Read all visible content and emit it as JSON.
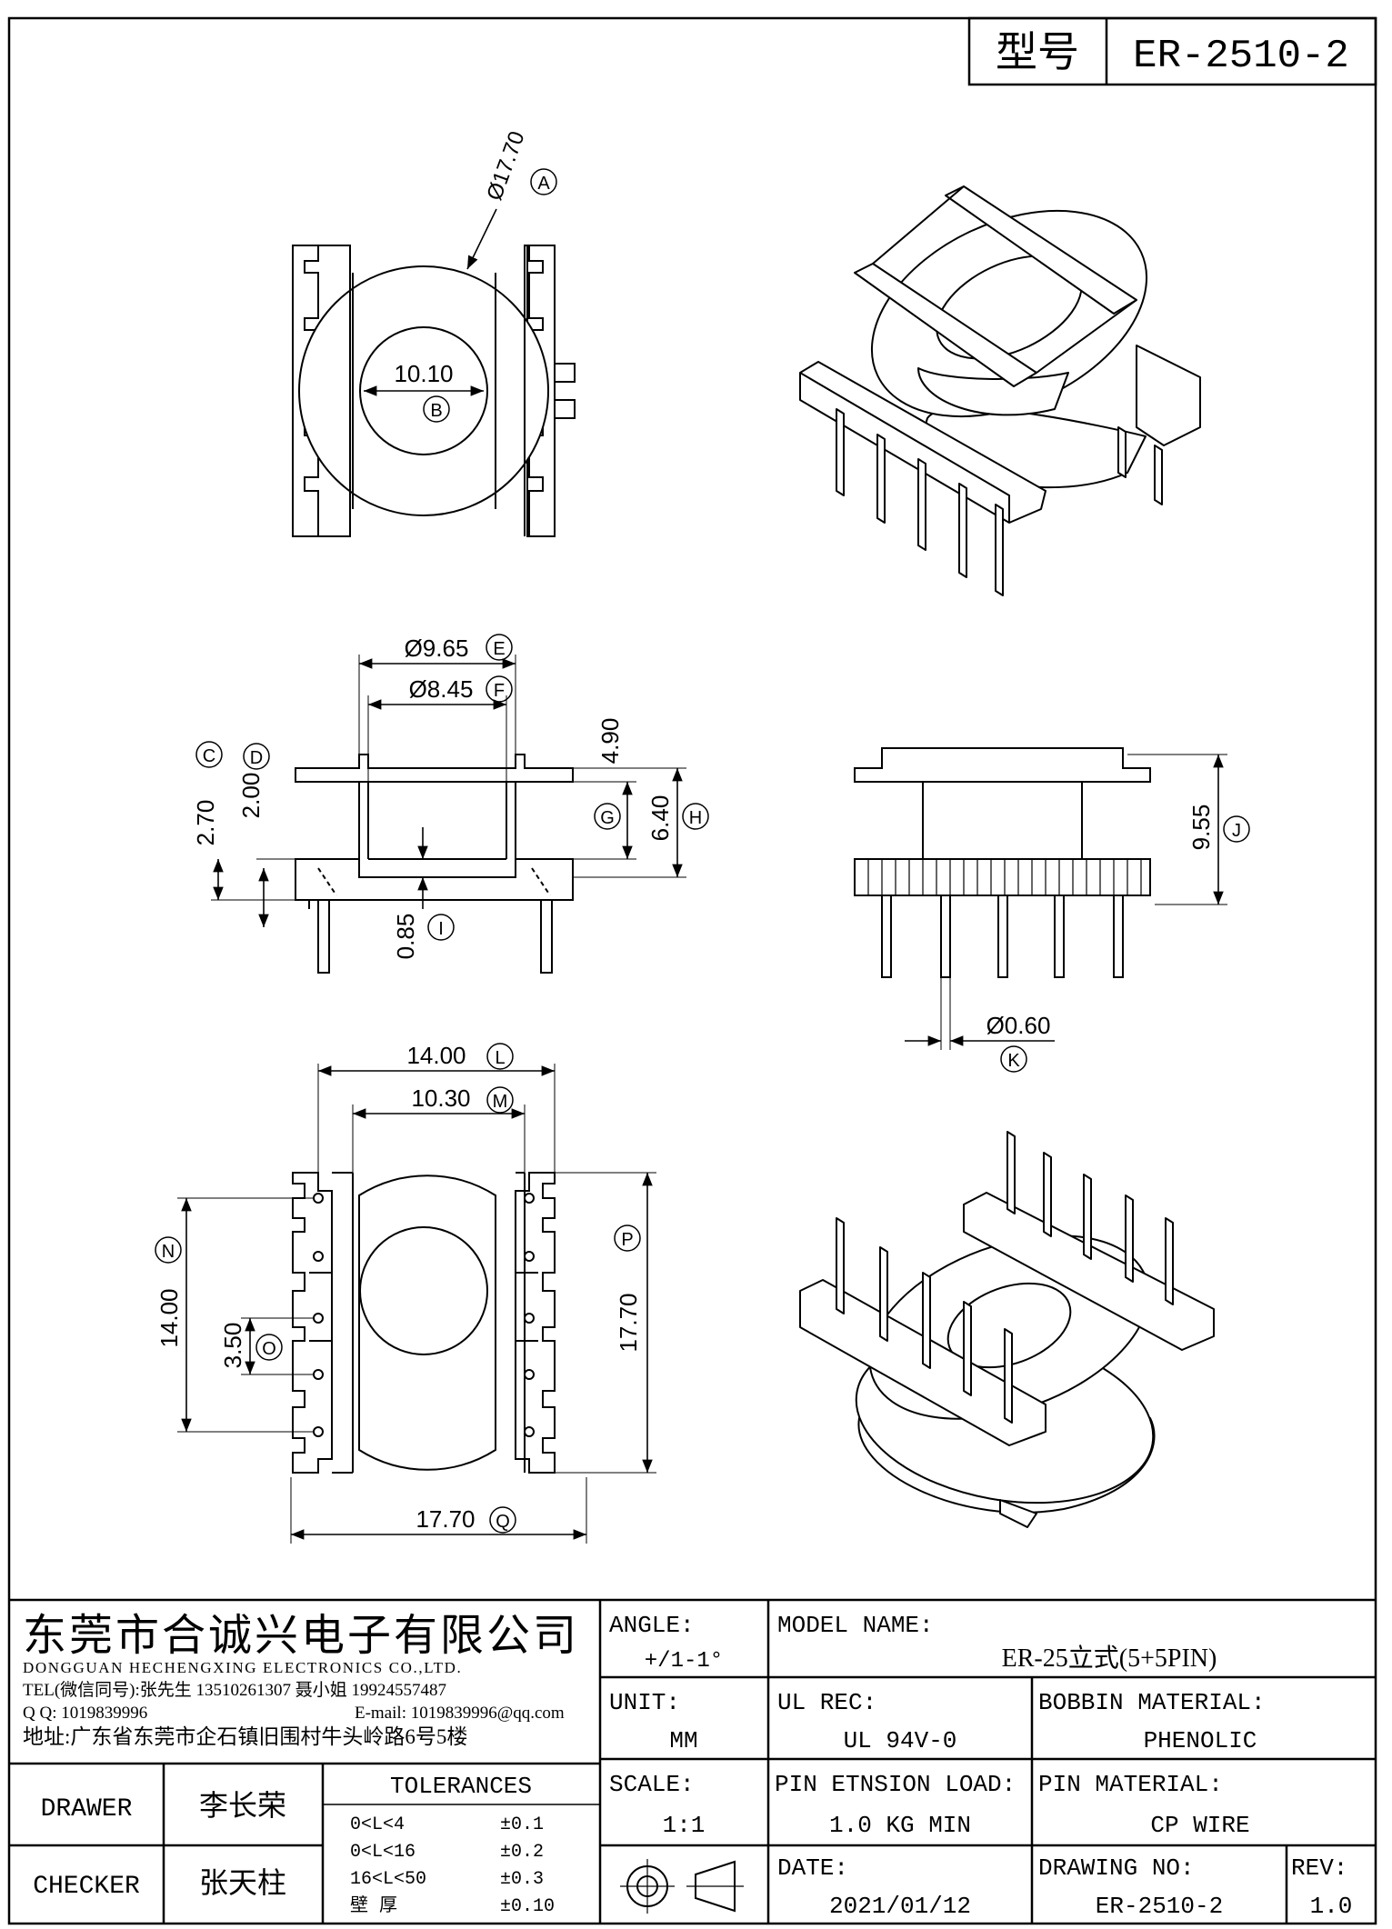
{
  "header": {
    "model_label": "型号",
    "model_value": "ER-2510-2"
  },
  "dimensions": {
    "A": {
      "letter": "A",
      "value": "Ø17.70"
    },
    "B": {
      "letter": "B",
      "value": "10.10"
    },
    "C": {
      "letter": "C",
      "value": "2.70"
    },
    "D": {
      "letter": "D",
      "value": "2.00"
    },
    "E": {
      "letter": "E",
      "value": "Ø9.65"
    },
    "F": {
      "letter": "F",
      "value": "Ø8.45"
    },
    "G": {
      "letter": "G",
      "value": "4.90"
    },
    "H": {
      "letter": "H",
      "value": "6.40"
    },
    "I": {
      "letter": "I",
      "value": "0.85"
    },
    "J": {
      "letter": "J",
      "value": "9.55"
    },
    "K": {
      "letter": "K",
      "value": "Ø0.60"
    },
    "L": {
      "letter": "L",
      "value": "14.00"
    },
    "M": {
      "letter": "M",
      "value": "10.30"
    },
    "N": {
      "letter": "N",
      "value": "14.00"
    },
    "O": {
      "letter": "O",
      "value": "3.50"
    },
    "P": {
      "letter": "P",
      "value": "17.70"
    },
    "Q": {
      "letter": "Q",
      "value": "17.70"
    }
  },
  "company": {
    "name_cn": "东莞市合诚兴电子有限公司",
    "name_en": "DONGGUAN HECHENGXING ELECTRONICS CO.,LTD.",
    "tel": "TEL(微信同号):张先生 13510261307 聂小姐 19924557487",
    "qq": "Q Q: 1019839996",
    "email": "E-mail: 1019839996@qq.com",
    "address": "地址:广东省东莞市企石镇旧围村牛头岭路6号5楼"
  },
  "title_block": {
    "angle_label": "ANGLE:",
    "angle_value": "+/1-1°",
    "unit_label": "UNIT:",
    "unit_value": "MM",
    "scale_label": "SCALE:",
    "scale_value": "1:1",
    "model_name_label": "MODEL NAME:",
    "model_name_value": "ER-25立式(5+5PIN)",
    "ul_label": "UL REC:",
    "ul_value": "UL 94V-0",
    "bobbin_label": "BOBBIN MATERIAL:",
    "bobbin_value": "PHENOLIC",
    "pin_load_label": "PIN ETNSION LOAD:",
    "pin_load_value": "1.0 KG MIN",
    "pin_material_label": "PIN MATERIAL:",
    "pin_material_value": "CP WIRE",
    "date_label": "DATE:",
    "date_value": "2021/01/12",
    "drawing_no_label": "DRAWING NO:",
    "drawing_no_value": "ER-2510-2",
    "rev_label": "REV:",
    "rev_value": "1.0",
    "drawer_label": "DRAWER",
    "drawer_value": "李长荣",
    "checker_label": "CHECKER",
    "checker_value": "张天柱",
    "tolerances_label": "TOLERANCES",
    "tolerances": [
      {
        "range": "0<L<4",
        "value": "±0.1"
      },
      {
        "range": "0<L<16",
        "value": "±0.2"
      },
      {
        "range": "16<L<50",
        "value": "±0.3"
      },
      {
        "range": "壁    厚",
        "value": "±0.10"
      }
    ]
  }
}
